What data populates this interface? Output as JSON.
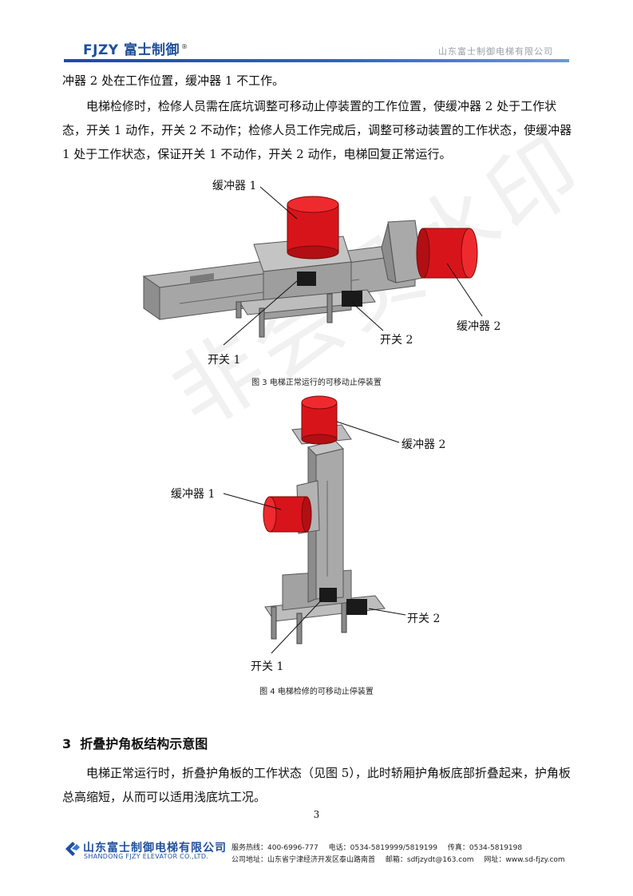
{
  "header": {
    "logo_text": "FJZY 富士制御",
    "logo_mark": "®",
    "company": "山东富士制御电梯有限公司"
  },
  "paragraphs": [
    "冲器 2 处在工作位置，缓冲器 1 不工作。",
    "电梯检修时，检修人员需在底坑调整可移动止停装置的工作位置，使缓冲器 2 处于工作状态，开关 1 动作，开关 2 不动作；检修人员工作完成后，调整可移动装置的工作状态，使缓冲器 1 处于工作状态，保证开关 1 不动作，开关 2 动作，电梯回复正常运行。"
  ],
  "figure3": {
    "labels": {
      "buffer1": "缓冲器 1",
      "buffer2": "缓冲器 2",
      "switch1": "开关 1",
      "switch2": "开关 2"
    },
    "caption": "图 3  电梯正常运行的可移动止停装置"
  },
  "figure4": {
    "labels": {
      "buffer1": "缓冲器 1",
      "buffer2": "缓冲器 2",
      "switch1": "开关 1",
      "switch2": "开关 2"
    },
    "caption": "图 4  电梯检修的可移动止停装置"
  },
  "section": {
    "number": "3",
    "title": "折叠护角板结构示意图"
  },
  "section_paragraph": "电梯正常运行时，折叠护角板的工作状态（见图 5），此时轿厢护角板底部折叠起来，护角板总高缩短，从而可以适用浅底坑工况。",
  "page_number": "3",
  "watermark": "非会员水印",
  "footer": {
    "company_cn": "山东富士制御电梯有限公司",
    "company_en": "SHANDONG FJZY ELEVATOR CO.,LTD.",
    "hotline": "服务热线：400-6996-777",
    "phone": "电话：0534-5819999/5819199",
    "fax": "传真：0534-5819198",
    "address": "公司地址：山东省宁津经济开发区泰山路南首",
    "email": "邮箱：sdfjzydt@163.com",
    "website": "网址：www.sd-fjzy.com"
  },
  "colors": {
    "brand_blue": "#1f4f9c",
    "buffer_red": "#d8141b",
    "steel_gray": "#9a9a9a"
  }
}
